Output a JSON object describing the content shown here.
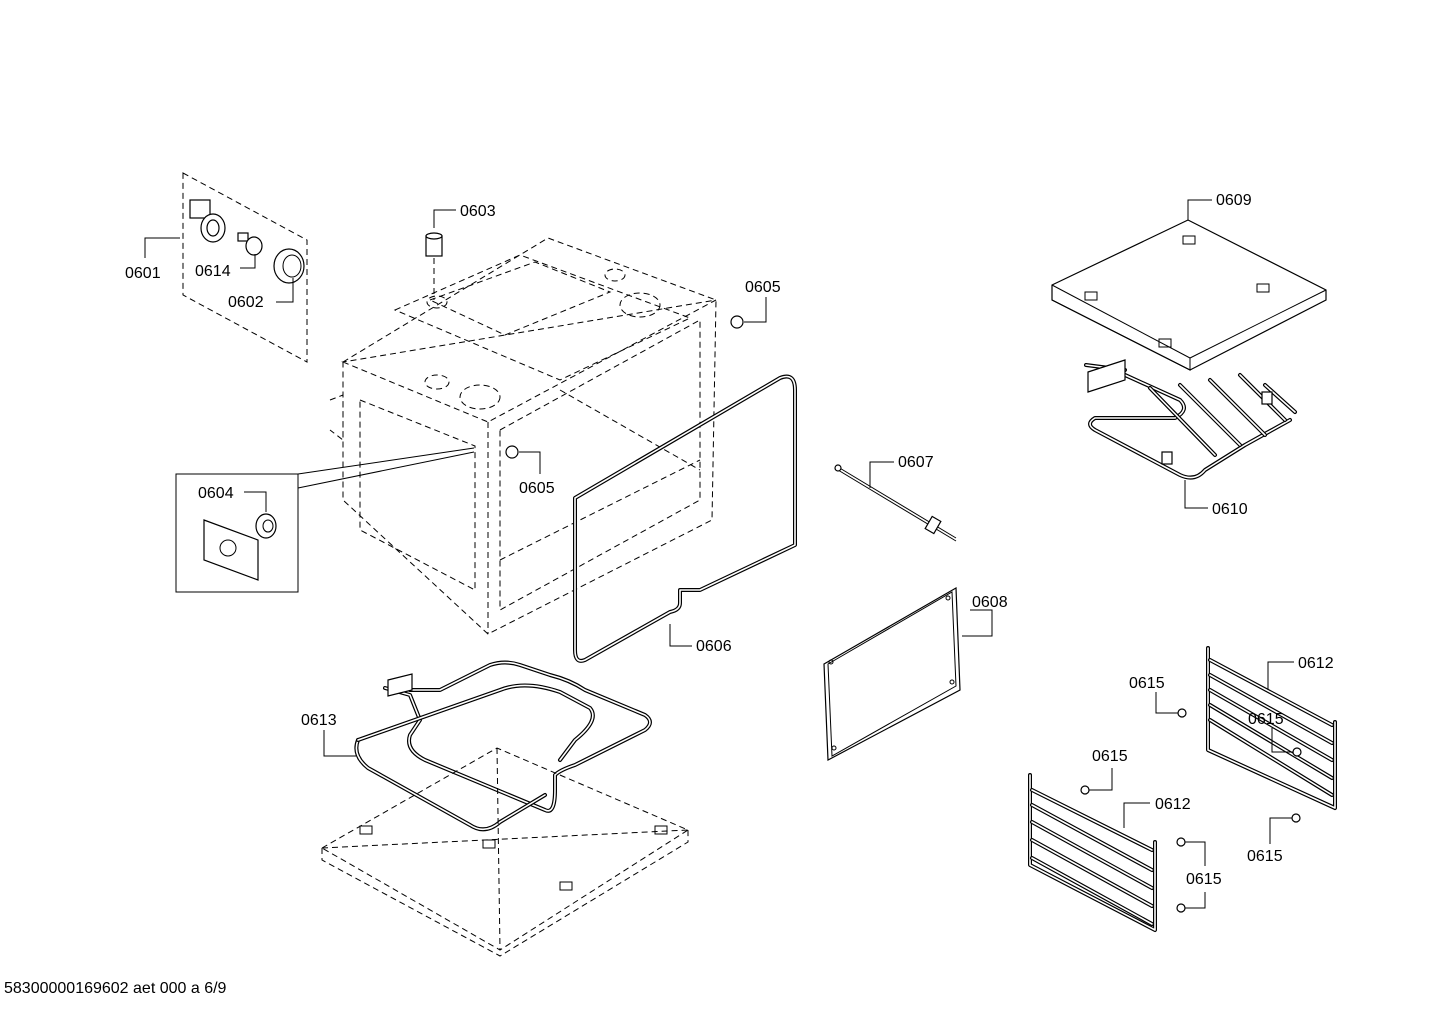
{
  "footer": {
    "doc_id": "58300000169602 aet 000 a 6/9"
  },
  "parts": {
    "p0601": "0601",
    "p0602": "0602",
    "p0603": "0603",
    "p0604": "0604",
    "p0605a": "0605",
    "p0605b": "0605",
    "p0606": "0606",
    "p0607": "0607",
    "p0608": "0608",
    "p0609": "0609",
    "p0610": "0610",
    "p0612a": "0612",
    "p0612b": "0612",
    "p0613": "0613",
    "p0614": "0614",
    "p0615a": "0615",
    "p0615b": "0615",
    "p0615c": "0615",
    "p0615d": "0615",
    "p0615e": "0615"
  }
}
